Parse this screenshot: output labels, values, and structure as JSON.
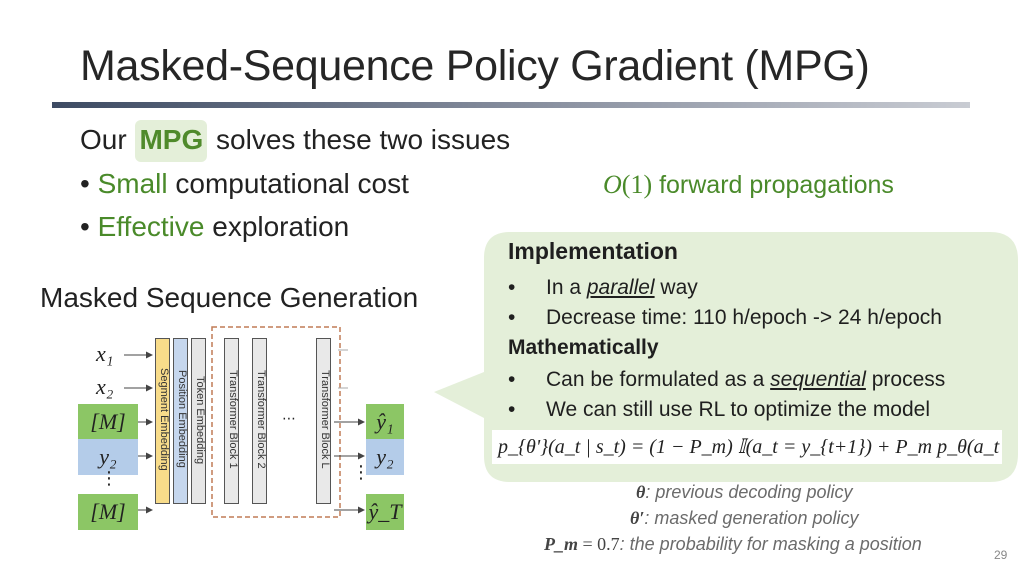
{
  "title": "Masked-Sequence Policy Gradient (MPG)",
  "intro": {
    "prefix": "Our",
    "highlight": "MPG",
    "suffix": "solves these two issues"
  },
  "bullets": [
    {
      "colored": "Small",
      "rest": " computational cost"
    },
    {
      "colored": "Effective",
      "rest": " exploration"
    }
  ],
  "complexity": {
    "symbol": "O",
    "arg": "(1)",
    "text": "forward propagations"
  },
  "callout": {
    "implementation_heading": "Implementation",
    "impl_items": [
      {
        "pre": "In a ",
        "em": "parallel",
        "post": " way"
      },
      {
        "pre": "Decrease time: 110 h/epoch -> 24 h/epoch",
        "em": "",
        "post": ""
      }
    ],
    "math_heading": "Mathematically",
    "math_items": [
      {
        "pre": "Can be formulated as a ",
        "em": "sequential",
        "post": " process"
      },
      {
        "pre": "We can still use RL to optimize the model",
        "em": "",
        "post": ""
      }
    ],
    "formula": "p_{θ'}(a_t | s_t) = (1 − P_m) 𝕀(a_t = y_{t+1}) + P_m p_θ(a_t | x, y_{≤t∖M})"
  },
  "notes": [
    {
      "sym": "θ",
      "text": ": previous decoding policy"
    },
    {
      "sym": "θ′",
      "text": ": masked generation policy"
    },
    {
      "sym": "P_m",
      "eq": " = 0.7",
      "text": ": the probability for masking a position"
    }
  ],
  "diagram": {
    "label": "Masked Sequence Generation",
    "inputs_top": [
      "x₁",
      "x₂"
    ],
    "input_tokens": [
      "[M]",
      "y₂",
      "⋮",
      "[M]"
    ],
    "output_tokens": [
      "ŷ₁",
      "y₂",
      "⋮",
      "ŷ_T"
    ],
    "embeddings": [
      "Segment Embedding",
      "Position Embedding",
      "Token Embedding"
    ],
    "blocks": [
      "Transformer Block 1",
      "Transformer Block 2",
      "Transformer Block L"
    ],
    "ellipsis": "⋯",
    "colors": {
      "segment": "#f8dc8a",
      "position": "#c6d7ee",
      "token": "#e6e6e6",
      "block": "#e9e9e9",
      "green_token": "#8cc665",
      "blue_token": "#b4cce9",
      "dashed": "#c07c56"
    }
  },
  "page_number": "29",
  "colors": {
    "accent_green": "#4a8a2a",
    "callout_bg": "#e4efd9",
    "title_rule": "#3d4b63"
  }
}
